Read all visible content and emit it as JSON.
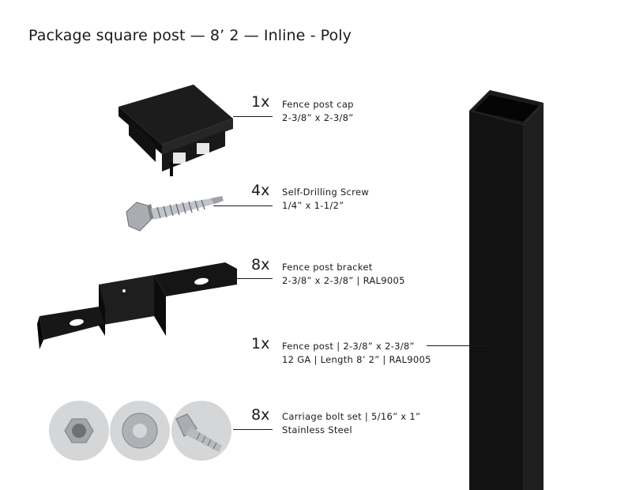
{
  "title": "Package square post — 8’ 2 — Inline - Poly",
  "items": [
    {
      "qty": "1x",
      "name": "Fence post cap",
      "detail": "2-3/8” x 2-3/8”",
      "icon": "post-cap-icon"
    },
    {
      "qty": "4x",
      "name": "Self-Drilling Screw",
      "detail": "1/4” x 1-1/2”",
      "icon": "screw-icon"
    },
    {
      "qty": "8x",
      "name": "Fence post bracket",
      "detail": "2-3/8” x 2-3/8” | RAL9005",
      "icon": "bracket-icon"
    },
    {
      "qty": "1x",
      "name": "Fence post | 2-3/8” x 2-3/8”",
      "detail": "12 GA | Length 8’ 2” | RAL9005",
      "icon": "post-icon"
    },
    {
      "qty": "8x",
      "name": "Carriage bolt set | 5/16” x 1”",
      "detail": "Stainless Steel",
      "icon": "bolt-set-icon"
    }
  ],
  "colors": {
    "black_part": "#111111",
    "steel": "#b8bcc0",
    "circle_bg": "#d4d6d8"
  }
}
